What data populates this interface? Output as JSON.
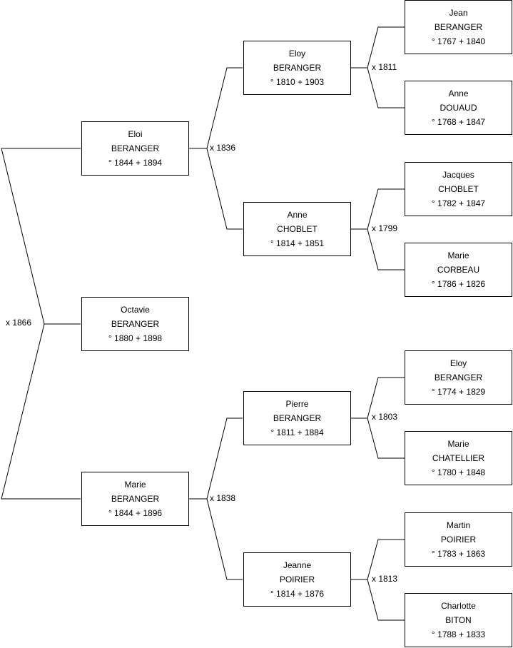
{
  "persons": {
    "octavie": {
      "first": "Octavie",
      "last": "BERANGER",
      "dates": "° 1880 + 1898"
    },
    "eloi": {
      "first": "Eloi",
      "last": "BERANGER",
      "dates": "° 1844 + 1894"
    },
    "marie_b": {
      "first": "Marie",
      "last": "BERANGER",
      "dates": "° 1844 + 1896"
    },
    "eloy_1810": {
      "first": "Eloy",
      "last": "BERANGER",
      "dates": "° 1810 + 1903"
    },
    "anne_choblet": {
      "first": "Anne",
      "last": "CHOBLET",
      "dates": "° 1814 + 1851"
    },
    "pierre": {
      "first": "Pierre",
      "last": "BERANGER",
      "dates": "° 1811 + 1884"
    },
    "jeanne": {
      "first": "Jeanne",
      "last": "POIRIER",
      "dates": "° 1814 + 1876"
    },
    "jean": {
      "first": "Jean",
      "last": "BERANGER",
      "dates": "° 1767 + 1840"
    },
    "anne_douaud": {
      "first": "Anne",
      "last": "DOUAUD",
      "dates": "° 1768 + 1847"
    },
    "jacques": {
      "first": "Jacques",
      "last": "CHOBLET",
      "dates": "° 1782 + 1847"
    },
    "marie_corbeau": {
      "first": "Marie",
      "last": "CORBEAU",
      "dates": "° 1786 + 1826"
    },
    "eloy_1774": {
      "first": "Eloy",
      "last": "BERANGER",
      "dates": "° 1774 + 1829"
    },
    "marie_chatellier": {
      "first": "Marie",
      "last": "CHATELLIER",
      "dates": "° 1780 + 1848"
    },
    "martin": {
      "first": "Martin",
      "last": "POIRIER",
      "dates": "° 1783 + 1863"
    },
    "charlotte": {
      "first": "Charlotte",
      "last": "BITON",
      "dates": "° 1788 + 1833"
    }
  },
  "marriages": {
    "m1866": "x 1866",
    "m1836": "x 1836",
    "m1838": "x 1838",
    "m1811": "x 1811",
    "m1799": "x 1799",
    "m1803": "x 1803",
    "m1813": "x 1813"
  }
}
